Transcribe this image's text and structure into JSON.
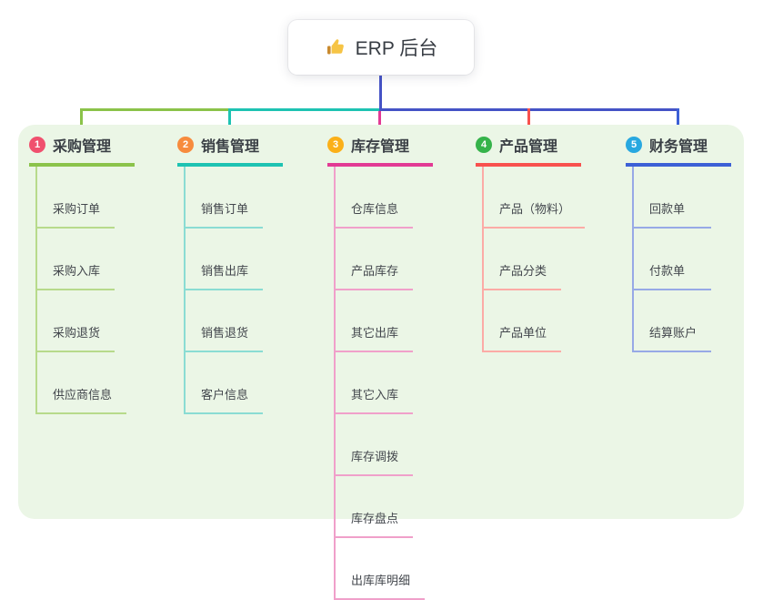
{
  "root": {
    "icon": "thumbs-up",
    "label": "ERP 后台"
  },
  "colors": {
    "panel_background": "#ebf6e6",
    "trunk": "#4553c6",
    "text": "#3c4045"
  },
  "branches": [
    {
      "num": "1",
      "title": "采购管理",
      "color": "#8bc34a",
      "light_color": "#b7da8b",
      "badge_color": "#f0506e",
      "children": [
        "采购订单",
        "采购入库",
        "采购退货",
        "供应商信息"
      ]
    },
    {
      "num": "2",
      "title": "销售管理",
      "color": "#1ec3b2",
      "light_color": "#8adcd3",
      "badge_color": "#f78b3d",
      "children": [
        "销售订单",
        "销售出库",
        "销售退货",
        "客户信息"
      ]
    },
    {
      "num": "3",
      "title": "库存管理",
      "color": "#e23a94",
      "light_color": "#f0a0ca",
      "badge_color": "#fbb019",
      "children": [
        "仓库信息",
        "产品库存",
        "其它出库",
        "其它入库",
        "库存调拨",
        "库存盘点",
        "出库库明细"
      ]
    },
    {
      "num": "4",
      "title": "产品管理",
      "color": "#f8514e",
      "light_color": "#fcaba6",
      "badge_color": "#35b34a",
      "children": [
        "产品（物料）",
        "产品分类",
        "产品单位"
      ]
    },
    {
      "num": "5",
      "title": "财务管理",
      "color": "#3c60d6",
      "light_color": "#97a9e6",
      "badge_color": "#28a8e0",
      "children": [
        "回款单",
        "付款单",
        "结算账户"
      ]
    }
  ]
}
